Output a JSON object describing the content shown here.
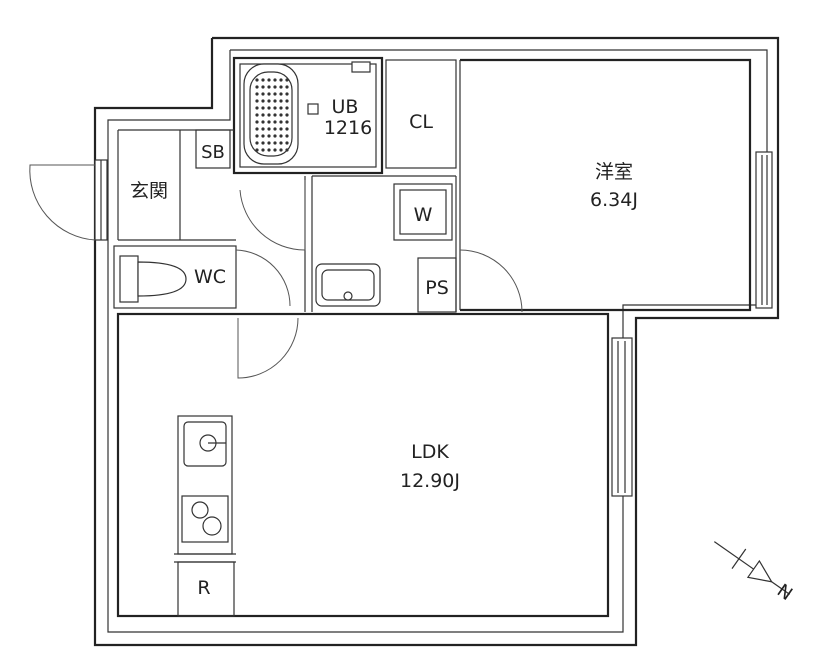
{
  "rooms": {
    "ub": {
      "name": "UB",
      "size": "1216"
    },
    "cl": {
      "name": "CL"
    },
    "yoshitsu": {
      "name": "洋室",
      "size": "6.34J"
    },
    "sb": {
      "name": "SB"
    },
    "genkan": {
      "name": "玄関"
    },
    "w": {
      "name": "W"
    },
    "wc": {
      "name": "WC"
    },
    "ps": {
      "name": "PS"
    },
    "ldk": {
      "name": "LDK",
      "size": "12.90J"
    },
    "r": {
      "name": "R"
    }
  },
  "compass": {
    "letter": "N"
  }
}
